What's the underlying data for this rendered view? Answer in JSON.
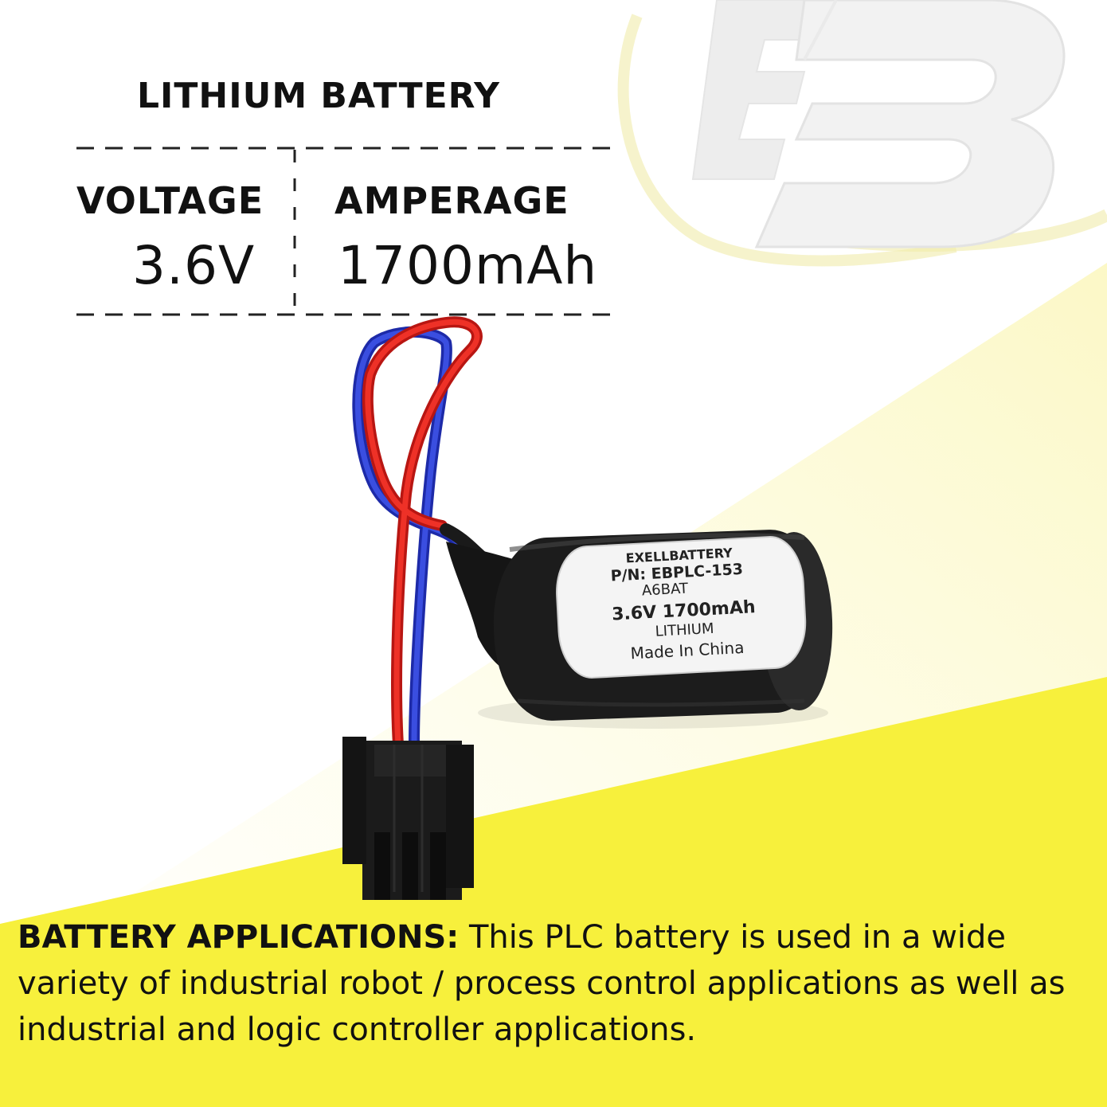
{
  "specs": {
    "title": "LITHIUM BATTERY",
    "voltage_label": "VOLTAGE",
    "voltage_value": "3.6V",
    "amperage_label": "AMPERAGE",
    "amperage_value": "1700mAh"
  },
  "battery_label": {
    "brand": "EXELLBATTERY",
    "part_number": "P/N: EBPLC-153",
    "model": "A6BAT",
    "rating": "3.6V 1700mAh",
    "chemistry": "LITHIUM",
    "origin": "Made In China"
  },
  "description": {
    "heading": "BATTERY APPLICATIONS:",
    "body": " This PLC battery is used in a wide variety of industrial robot / process control applications as well as industrial and logic controller applications."
  },
  "colors": {
    "accent_yellow": "#f7f03c",
    "pale_yellow": "#fbf8c4",
    "text": "#111111",
    "battery_body": "#1c1c1c",
    "wire_red": "#e8231f",
    "wire_blue": "#2a3bd0"
  },
  "icons": {
    "logo": "eb-logo-watermark"
  }
}
